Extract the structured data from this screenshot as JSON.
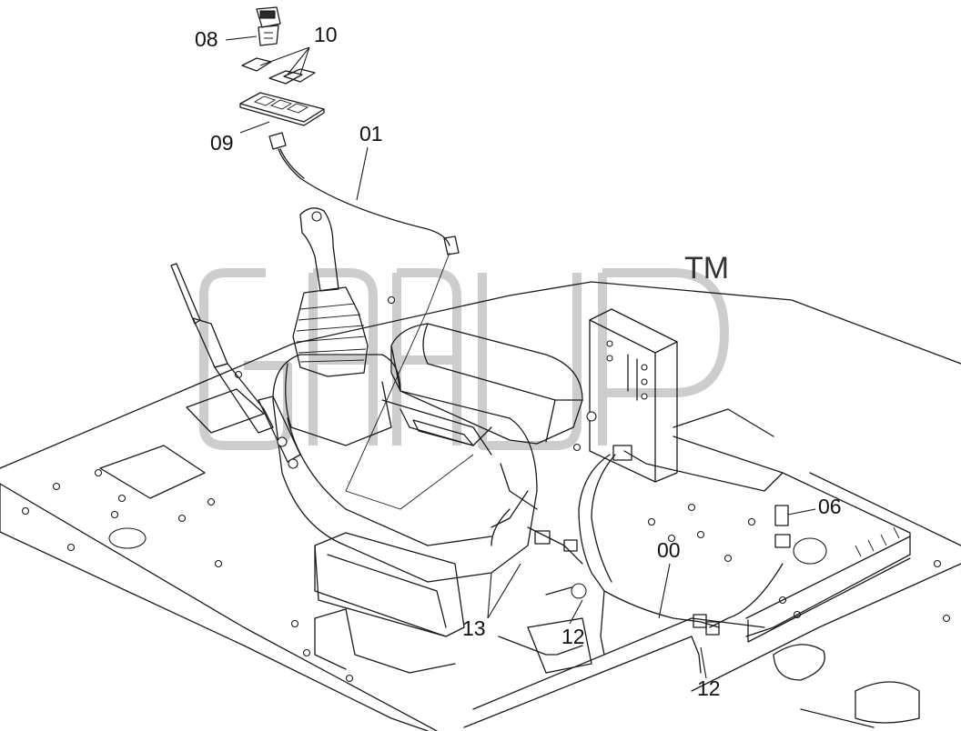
{
  "watermark": {
    "text": "TM"
  },
  "callouts": {
    "c08": "08",
    "c10": "10",
    "c09": "09",
    "c01": "01",
    "c06": "06",
    "c00": "00",
    "c13": "13",
    "c12a": "12",
    "c12b": "12"
  }
}
